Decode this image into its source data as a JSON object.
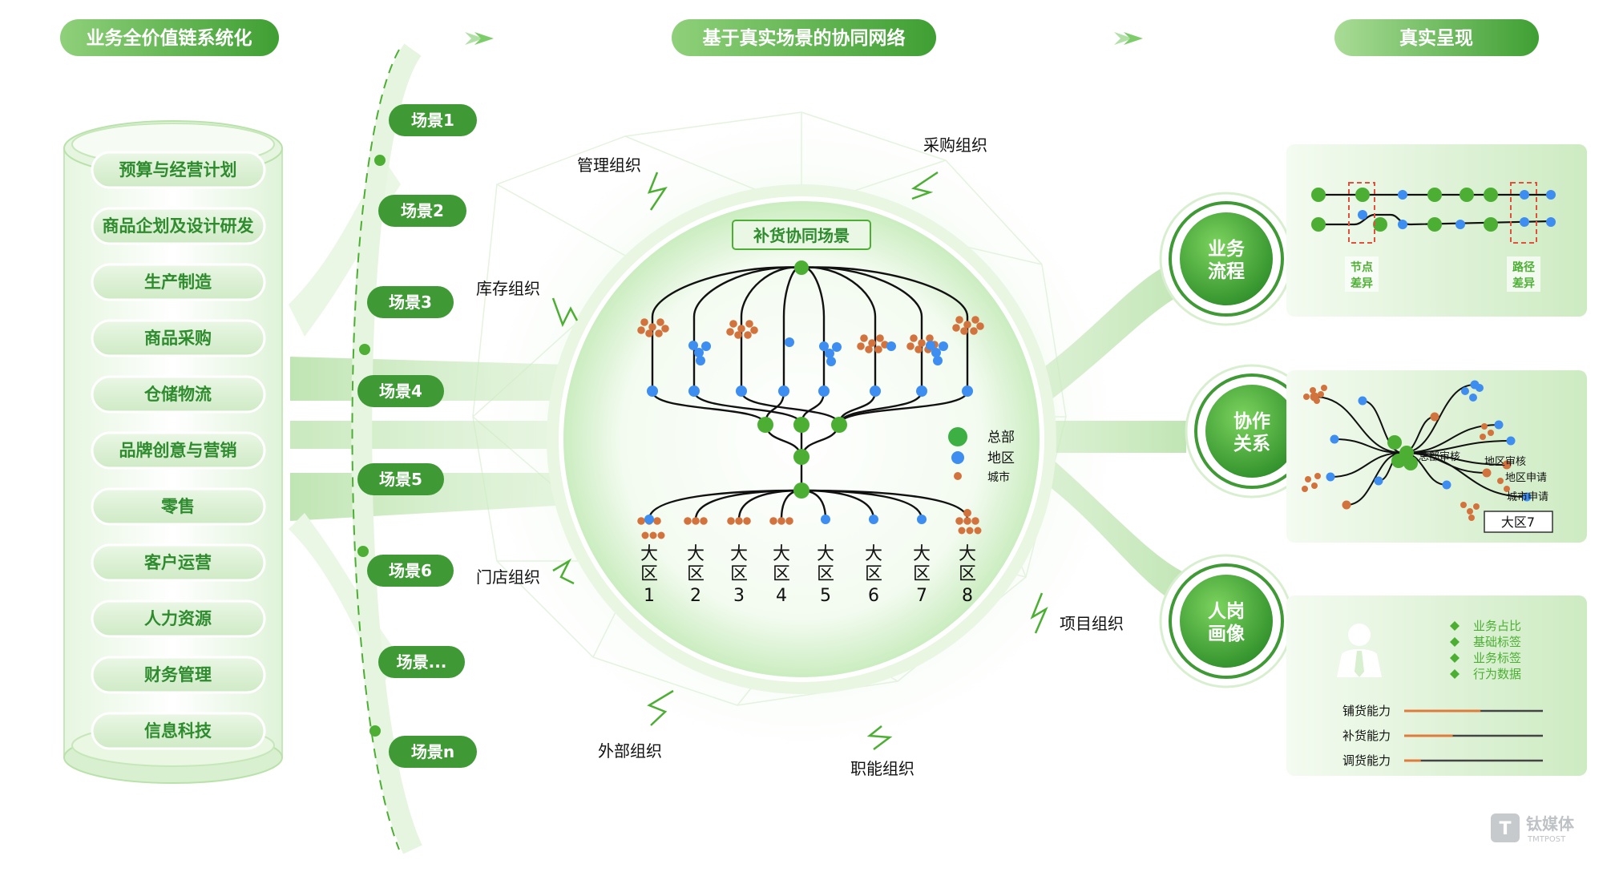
{
  "headers": {
    "left": "业务全价值链系统化",
    "center": "基于真实场景的协同网络",
    "right": "真实呈现"
  },
  "value_chain": [
    "预算与经营计划",
    "商品企划及设计研发",
    "生产制造",
    "商品采购",
    "仓储物流",
    "品牌创意与营销",
    "零售",
    "客户运营",
    "人力资源",
    "财务管理",
    "信息科技"
  ],
  "scenes": [
    "场景1",
    "场景2",
    "场景3",
    "场景4",
    "场景5",
    "场景6",
    "场景...",
    "场景n"
  ],
  "orgs": {
    "management": "管理组织",
    "procurement": "采购组织",
    "inventory": "库存组织",
    "store": "门店组织",
    "external": "外部组织",
    "functional": "职能组织",
    "project": "项目组织"
  },
  "center": {
    "title": "补货协同场景",
    "regions": [
      {
        "line1": "大",
        "line2": "区",
        "num": "1"
      },
      {
        "line1": "大",
        "line2": "区",
        "num": "2"
      },
      {
        "line1": "大",
        "line2": "区",
        "num": "3"
      },
      {
        "line1": "大",
        "line2": "区",
        "num": "4"
      },
      {
        "line1": "大",
        "line2": "区",
        "num": "5"
      },
      {
        "line1": "大",
        "line2": "区",
        "num": "6"
      },
      {
        "line1": "大",
        "line2": "区",
        "num": "7"
      },
      {
        "line1": "大",
        "line2": "区",
        "num": "8"
      }
    ],
    "legend": [
      {
        "label": "总部",
        "color": "#3cb043"
      },
      {
        "label": "地区",
        "color": "#3d8ef0"
      },
      {
        "label": "城市",
        "color": "#d2733e"
      }
    ]
  },
  "outputs": [
    {
      "line1": "业务",
      "line2": "流程"
    },
    {
      "line1": "协作",
      "line2": "关系"
    },
    {
      "line1": "人岗",
      "line2": "画像"
    }
  ],
  "panel1": {
    "node_diff": {
      "line1": "节点",
      "line2": "差异"
    },
    "path_diff": {
      "line1": "路径",
      "line2": "差异"
    }
  },
  "panel2": {
    "hq_review": "总部审核",
    "region_review": "地区审核",
    "region_apply": "地区申请",
    "city_apply": "城市申请",
    "region_box": "大区7"
  },
  "panel3": {
    "tags": [
      "业务占比",
      "基础标签",
      "业务标签",
      "行为数据"
    ],
    "abilities": [
      {
        "label": "铺货能力",
        "value": 0.55
      },
      {
        "label": "补货能力",
        "value": 0.35
      },
      {
        "label": "调货能力",
        "value": 0.12
      }
    ]
  },
  "watermark": {
    "brand": "钛媒体",
    "sub": "TMTPOST"
  },
  "colors": {
    "brand_green": "#4caf33",
    "dark_green": "#2e8b2e",
    "light_green": "#dff3d9",
    "blue_node": "#3d8ef0",
    "orange_node": "#d2733e",
    "ability_bar": "#e07b3c"
  }
}
